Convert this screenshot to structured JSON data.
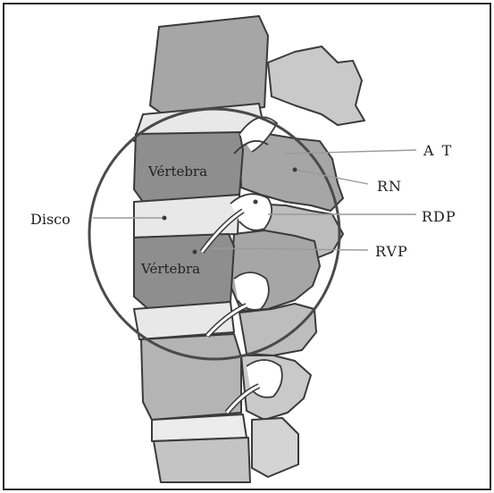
{
  "labels": {
    "vertebra_upper": "Vértebra",
    "vertebra_lower": "Vértebra",
    "disco": "Disco",
    "at": "A T",
    "rn": "RN",
    "rdp": "RDP",
    "rvp": "RVP"
  },
  "colors": {
    "frame": "#2a2a2a",
    "body_dark": "#8e8e8e",
    "body_mid": "#a6a6a6",
    "body_light": "#c9c9c9",
    "disc": "#e8e8e8",
    "outline": "#3a3a3a",
    "leader": "#9a9a9a"
  }
}
